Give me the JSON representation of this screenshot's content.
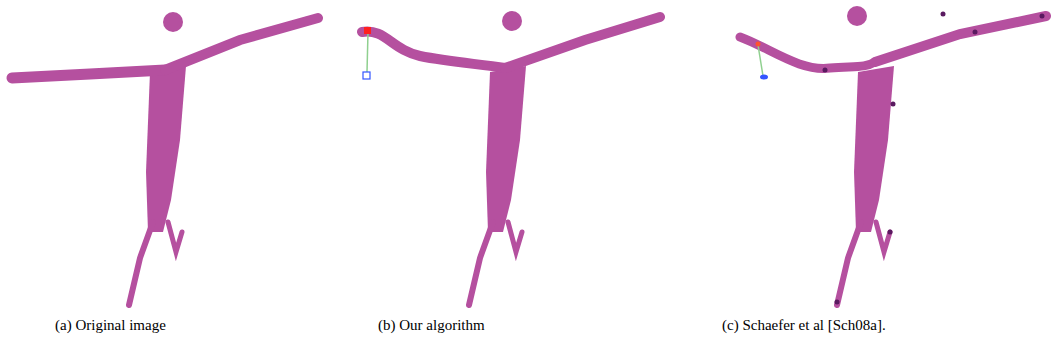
{
  "diagram": {
    "labels": [
      "(a) Original image",
      "(b) Our algorithm",
      "(c)  Schaefer et al [Sch08a]."
    ]
  }
}
